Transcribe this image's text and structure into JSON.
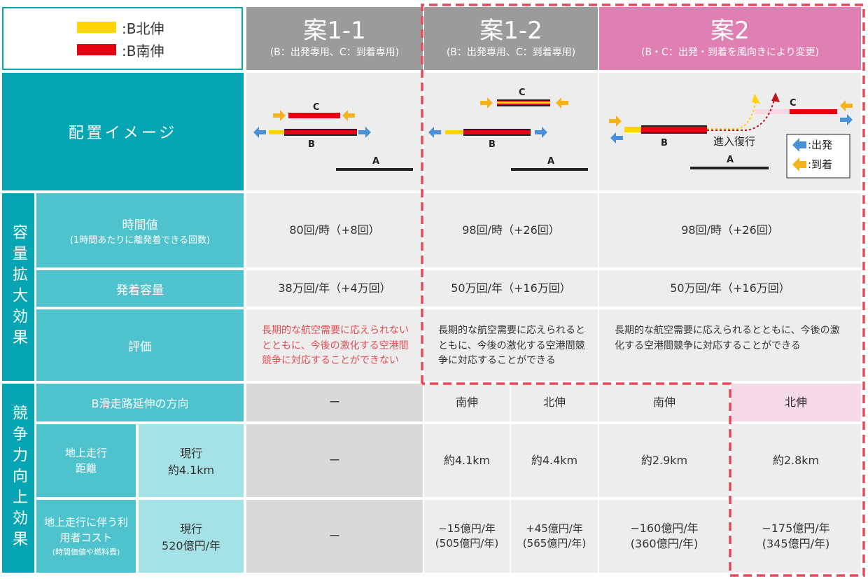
{
  "legend": {
    "north": ":B北伸",
    "south": ":B南伸",
    "north_color": "#ffd400",
    "south_color": "#e60012"
  },
  "plans": [
    {
      "title": "案1-1",
      "subtitle": "(B：出発専用、C：到着専用)"
    },
    {
      "title": "案1-2",
      "subtitle": "(B：出発専用、C：到着専用)"
    },
    {
      "title": "案2",
      "subtitle": "(B・C：出発・到着を風向きにより変更)"
    }
  ],
  "layout_label": "配置イメージ",
  "diagram": {
    "label_a": "A",
    "label_b": "B",
    "label_c": "C",
    "go_around": "進入復行",
    "departure": ":出発",
    "arrival": ":到着"
  },
  "section_capacity": "容量拡大効果",
  "section_competition": "競争力向上効果",
  "rows": {
    "hourly_label": "時間値",
    "hourly_note": "(1時間あたりに離発着できる回数)",
    "hourly_values": [
      "80回/時（+8回）",
      "98回/時（+26回）",
      "98回/時（+26回）"
    ],
    "annual_label": "発着容量",
    "annual_values": [
      "38万回/年（+4万回）",
      "50万回/年（+16万回）",
      "50万回/年（+16万回）"
    ],
    "eval_label": "評価",
    "eval_values": [
      "長期的な航空需要に応えられないとともに、今後の激化する空港間競争に対応することができない",
      "長期的な航空需要に応えられるとともに、今後の激化する空港間競争に対応することができる",
      "長期的な航空需要に応えられるとともに、今後の激化する空港間競争に対応することができる"
    ],
    "direction_label": "B滑走路延伸の方向",
    "direction_values": [
      "ー",
      "南伸",
      "北伸",
      "南伸",
      "北伸"
    ],
    "taxi_label": "地上走行距離",
    "taxi_current_label": "現行",
    "taxi_current_value": "約4.1km",
    "taxi_values": [
      "ー",
      "約4.1km",
      "約4.4km",
      "約2.9km",
      "約2.8km"
    ],
    "cost_label": "地上走行に伴う利用者コスト",
    "cost_note": "(時間価値や燃料費)",
    "cost_current_label": "現行",
    "cost_current_value": "520億円/年",
    "cost_values": [
      {
        "main": "ー",
        "sub": ""
      },
      {
        "main": "−15億円/年",
        "sub": "(505億円/年)"
      },
      {
        "main": "+45億円/年",
        "sub": "(565億円/年)"
      },
      {
        "main": "−160億円/年",
        "sub": "(360億円/年)"
      },
      {
        "main": "−175億円/年",
        "sub": "(345億円/年)"
      }
    ]
  }
}
